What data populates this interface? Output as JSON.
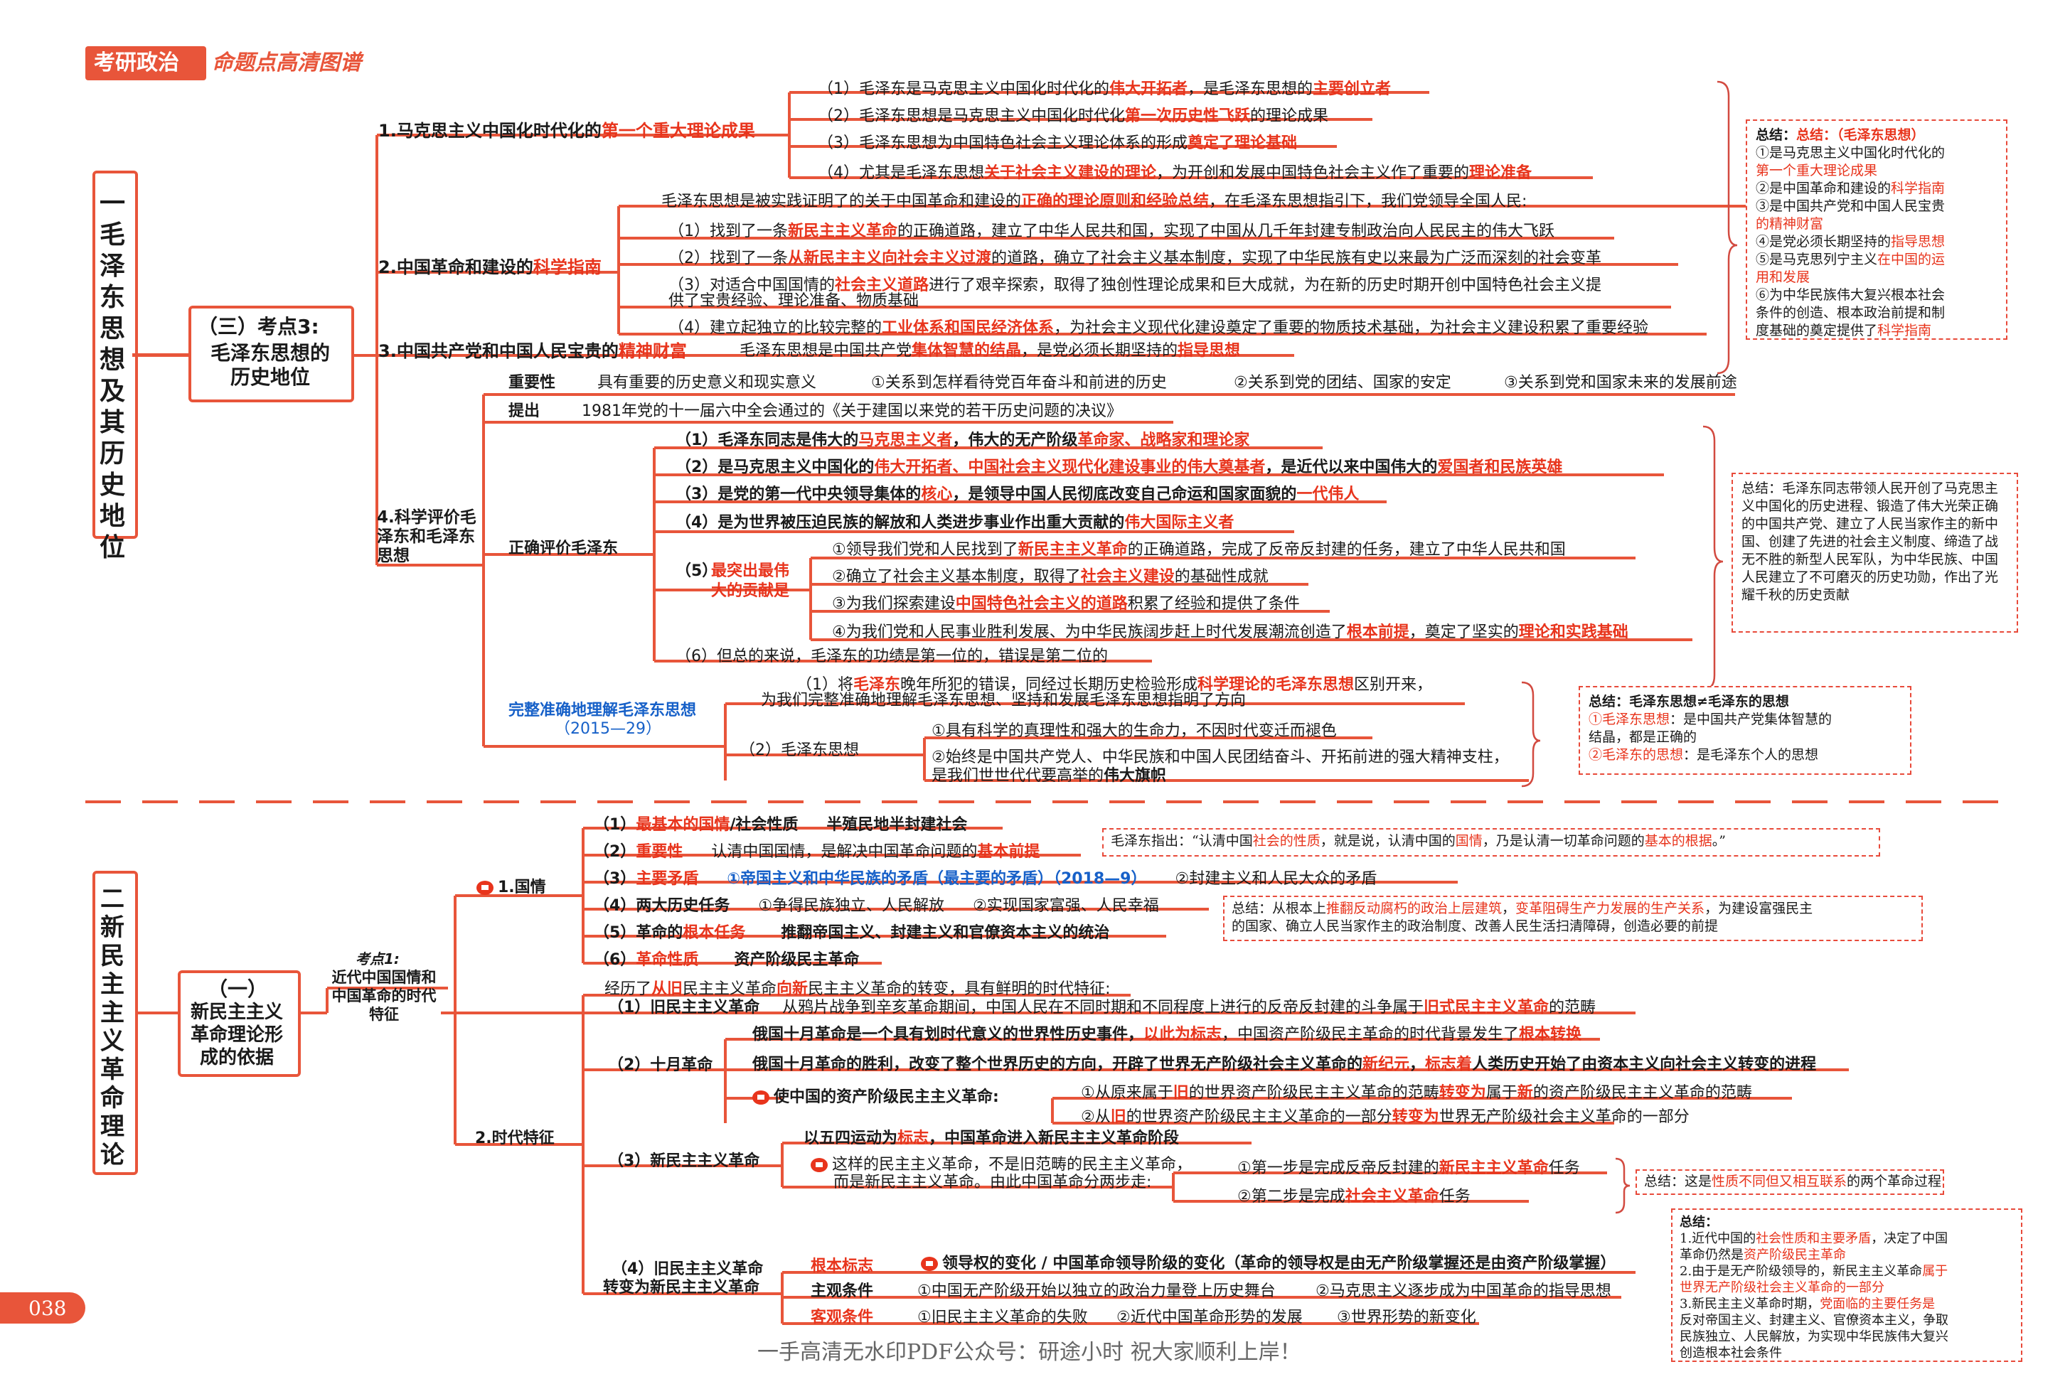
{
  "header": {
    "brand": "考研政治",
    "subtitle": "命题点高清图谱"
  },
  "page_number": "038",
  "footer": "一手高清无水印PDF公众号：研途小时  祝大家顺利上岸！",
  "ch1": {
    "chapter": "一 毛泽东思想及其历史地位",
    "section_num": "（三）考点3:",
    "section": "毛泽东思想的历史地位",
    "b1": {
      "pre": "1.马克思主义中国化时代化的",
      "red": "第一个重大理论成果",
      "items": [
        [
          "（1）毛泽东是马克思主义中国化时代化的",
          "伟大开拓者",
          "，是毛泽东思想的",
          "主要创立者"
        ],
        [
          "（2）毛泽东思想是马克思主义中国化时代化",
          "第一次历史性飞跃",
          "的理论成果"
        ],
        [
          "（3）毛泽东思想为中国特色社会主义理论体系的形成",
          "奠定了理论基础"
        ],
        [
          "（4）尤其是毛泽东思想",
          "关于社会主义建设的理论",
          "，为开创和发展中国特色社会主义作了重要的",
          "理论准备"
        ]
      ]
    },
    "b2": {
      "pre": "2.中国革命和建设的",
      "red": "科学指南",
      "intro": [
        "毛泽东思想是被实践证明了的关于中国革命和建设的",
        "正确的理论原则和经验总结",
        "，在毛泽东思想指引下，我们党领导全国人民:"
      ],
      "items": [
        [
          "（1）找到了一条",
          "新民主主义革命",
          "的正确道路，建立了中华人民共和国，实现了中国从几千年封建专制政治向人民民主的伟大飞跃"
        ],
        [
          "（2）找到了一条",
          "从新民主主义向社会主义过渡",
          "的道路，确立了社会主义基本制度，实现了中华民族有史以来最为广泛而深刻的社会变革"
        ],
        [
          "（3）对适合中国国情的",
          "社会主义道路",
          "进行了艰辛探索，取得了独创性理论成果和巨大成就，为在新的历史时期开创中国特色社会主义提"
        ],
        [
          "供了宝贵经验、理论准备、物质基础"
        ],
        [
          "（4）建立起独立的比较完整的",
          "工业体系和国民经济体系",
          "，为社会主义现代化建设奠定了重要的物质技术基础，为社会主义建设积累了重要经验"
        ]
      ]
    },
    "b3": {
      "pre": "3.中国共产党和中国人民宝贵的",
      "red": "精神财富",
      "t1": "毛泽东思想是中国共产党",
      "r1": "集体智慧的结晶",
      "t2": "，是党必须长期坚持的",
      "r2": "指导思想"
    },
    "b4": {
      "label": "4.科学评价毛泽东和毛泽东思想",
      "importance_label": "重要性",
      "importance": [
        "具有重要的历史意义和现实意义",
        "①关系到怎样看待党百年奋斗和前进的历史",
        "②关系到党的团结、国家的安定",
        "③关系到党和国家未来的发展前途"
      ],
      "proposed_label": "提出",
      "proposed": "1981年党的十一届六中全会通过的《关于建国以来党的若干历史问题的决议》",
      "eval_label": "正确评价毛泽东",
      "e1": [
        "（1）毛泽东同志是伟大的",
        "马克思主义者",
        "，伟大的无产阶级",
        "革命家、战略家和理论家"
      ],
      "e2": [
        "（2）是马克思主义中国化的",
        "伟大开拓者、中国社会主义现代化建设事业的伟大奠基者",
        "，是近代以来中国伟大的",
        "爱国者和民族英雄"
      ],
      "e3": [
        "（3）是党的第一代中央领导集体的",
        "核心",
        "，是领导中国人民彻底改变自己命运和国家面貌的",
        "一代伟人"
      ],
      "e4": [
        "（4）是为世界被压迫民族的解放和人类进步事业作出重大贡献的",
        "伟大国际主义者"
      ],
      "e5_num": "（5）",
      "e5_red": "最突出最伟大的贡献是",
      "e5": [
        [
          "①领导我们党和人民找到了",
          "新民主主义革命",
          "的正确道路，完成了反帝反封建的任务，建立了中华人民共和国"
        ],
        [
          "②确立了社会主义基本制度，取得了",
          "社会主义建设",
          "的基础性成就"
        ],
        [
          "③为我们探索建设",
          "中国特色社会主义的道路",
          "积累了经验和提供了条件"
        ],
        [
          "④为我们党和人民事业胜利发展、为中华民族阔步赶上时代发展潮流创造了",
          "根本前提",
          "，奠定了坚实的",
          "理论和实践基础"
        ]
      ],
      "e6": "（6）但总的来说，毛泽东的功绩是第一位的，错误是第二位的",
      "full_label": "完整准确地理解毛泽东思想",
      "full_year": "（2015—29）",
      "f1": [
        "（1）将",
        "毛泽东",
        "晚年所犯的错误，同经过长期历史检验形成",
        "科学理论的毛泽东思想",
        "区别开来，"
      ],
      "f1b": "为我们完整准确地理解毛泽东思想、坚持和发展毛泽东思想指明了方向",
      "f2_label": "（2）毛泽东思想",
      "f2a": "①具有科学的真理性和强大的生命力，不因时代变迁而褪色",
      "f2b": [
        "②始终是中国共产党人、中华民族和中国人民团结奋斗、开拓前进的强大精神支柱，",
        "是我们世世代代要高举的",
        "伟大旗帜"
      ]
    },
    "sum1": {
      "title": "总结：（毛泽东思想）",
      "lines": [
        [
          "①是马克思主义中国化时代化的",
          ""
        ],
        [
          "",
          "第一个重大理论成果"
        ],
        [
          "②是中国革命和建设的",
          "科学指南"
        ],
        [
          "③是中国共产党和中国人民宝贵",
          ""
        ],
        [
          "",
          "的精神财富"
        ],
        [
          "④是党必须长期坚持的",
          "指导思想"
        ],
        [
          "⑤是马克思列宁主义",
          "在中国的运"
        ],
        [
          "",
          "用和发展"
        ],
        [
          "⑥为中华民族伟大复兴根本社会",
          ""
        ],
        [
          "条件的创造、根本政治前提和制",
          ""
        ],
        [
          "度基础的奠定提供了",
          "科学指南"
        ]
      ]
    },
    "sum2": {
      "text": "总结：毛泽东同志带领人民开创了马克思主义中国化的历史进程、锻造了伟大光荣正确的中国共产党、建立了人民当家作主的新中国、创建了先进的社会主义制度、缔造了战无不胜的新型人民军队，为中华民族、中国人民建立了不可磨灭的历史功勋，作出了光耀千秋的历史贡献"
    },
    "sum3": {
      "title": "总结：毛泽东思想≠毛泽东的思想",
      "l1a": "①毛泽东思想",
      "l1b": "：是中国共产党集体智慧的",
      "l2": "结晶，都是正确的",
      "l3a": "②毛泽东的思想",
      "l3b": "：是毛泽东个人的思想"
    }
  },
  "ch2": {
    "chapter": "二 新民主主义革命理论",
    "section_num": "（一）",
    "section": "新民主主义革命理论形成的依据",
    "kaodian": "考点1:",
    "kaodian_title": "近代中国国情和中国革命的时代特征",
    "n1": "1.国情",
    "g": [
      [
        "（1）",
        "最基本的国情",
        "/社会性质",
        "半殖民地半封建社会"
      ],
      [
        "（2）",
        "重要性",
        "认清中国国情，是解决中国革命问题的",
        "基本前提"
      ],
      [
        "（3）",
        "主要矛盾",
        "①帝国主义和中华民族的矛盾（最主要的矛盾）（2018—9）",
        "②封建主义和人民大众的矛盾"
      ],
      [
        "（4）",
        "两大历史任务",
        "①争得民族独立、人民解放",
        "②实现国家富强、人民幸福"
      ],
      [
        "（5）革命的",
        "根本任务",
        "推翻帝国主义、封建主义和官僚资本主义的统治",
        ""
      ],
      [
        "（6）",
        "革命性质",
        "资产阶级民主革命",
        ""
      ]
    ],
    "mao_quote": [
      "毛泽东指出：“认清中国",
      "社会的性质",
      "，就是说，认清中国的",
      "国情",
      "，乃是认清一切革命问题的",
      "基本的根据",
      "。”"
    ],
    "sum4": {
      "l1a": "总结：从根本上",
      "l1b": "推翻反动腐朽的政治上层建筑",
      "l1c": "，",
      "l1d": "变革阻碍生产力发展的生产关系",
      "l1e": "，为建设富强民主",
      "l2": "的国家、确立人民当家作主的政治制度、改善人民生活扫清障碍，创造必要的前提"
    },
    "n2": "2.时代特征",
    "n2_intro": [
      "经历了",
      "从旧",
      "民主主义革命",
      "向新",
      "民主主义革命的转变，具有鲜明的时代特征:"
    ],
    "old": {
      "label": "（1）旧民主主义革命",
      "t": "从鸦片战争到辛亥革命期间，中国人民在不同时期和不同程度上进行的反帝反封建的斗争属于",
      "r": "旧式民主主义革命",
      "t2": "的范畴"
    },
    "oct": {
      "label": "（2）十月革命",
      "a": [
        "俄国十月革命是一个具有划时代意义的世界性历史事件，",
        "以此为标志",
        "，中国资产阶级民主革命的时代背景发生了",
        "根本转换"
      ],
      "b": [
        "俄国十月革命的胜利，改变了整个世界历史的方向，开辟了世界无产阶级社会主义革命的",
        "新纪元",
        "，",
        "标志着",
        "人类历史开始了由资本主义向社会主义转变的进程"
      ],
      "c": "使中国的资产阶级民主主义革命:",
      "c1": [
        "①从原来属于",
        "旧",
        "的世界资产阶级民主主义革命的范畴",
        "转变为",
        "属于",
        "新",
        "的资产阶级民主主义革命的范畴"
      ],
      "c2": [
        "②从",
        "旧",
        "的世界资产阶级民主主义革命的一部分",
        "转变为",
        "世界无产阶级社会主义革命的一部分"
      ]
    },
    "newd": {
      "label": "（3）新民主主义革命",
      "a": [
        "以五四运动为",
        "标志",
        "，中国革命进入新民主主义革命阶段"
      ],
      "b1": "这样的民主主义革命，不是旧范畴的民主主义革命，",
      "b2": "而是新民主主义革命。由此中国革命分两步走:",
      "s1": [
        "①第一步是完成反帝反封建的",
        "新民主主义革命",
        "任务"
      ],
      "s2": [
        "②第二步是完成",
        "社会主义革命",
        "任务"
      ]
    },
    "sum5": {
      "a": "总结：这是",
      "b": "性质不同但又相互联系",
      "c": "的两个革命过程"
    },
    "trans": {
      "label1": "（4）旧民主主义革命",
      "label2": "转变为新民主主义革命",
      "root_label": "根本标志",
      "root": "领导权的变化 / 中国革命领导阶级的变化（革命的领导权是由无产阶级掌握还是由资产阶级掌握）",
      "subj_label": "主观条件",
      "subj": [
        "①中国无产阶级开始以独立的政治力量登上历史舞台",
        "②马克思主义逐步成为中国革命的指导思想"
      ],
      "obj_label": "客观条件",
      "obj": [
        "①旧民主主义革命的失败",
        "②近代中国革命形势的发展",
        "③世界形势的新变化"
      ]
    },
    "sum6": {
      "title": "总结：",
      "l1": [
        "1.近代中国的",
        "社会性质和主要矛盾",
        "，决定了中国"
      ],
      "l2": [
        "革命仍然是",
        "资产阶级民主革命",
        ""
      ],
      "l3": [
        "2.由于是无产阶级领导的，新民主主义革命",
        "属于",
        ""
      ],
      "l4": [
        "",
        "世界无产阶级社会主义革命的一部分",
        ""
      ],
      "l5": [
        "3.新民主主义革命时期，",
        "党面临的主要任务是",
        ""
      ],
      "l6": "反对帝国主义、封建主义、官僚资本主义，争取",
      "l7": "民族独立、人民解放，为实现中华民族伟大复兴",
      "l8": "创造根本社会条件"
    }
  },
  "colors": {
    "accent": "#e8553a",
    "red_text": "#e8341c",
    "blue_text": "#1660c8"
  }
}
